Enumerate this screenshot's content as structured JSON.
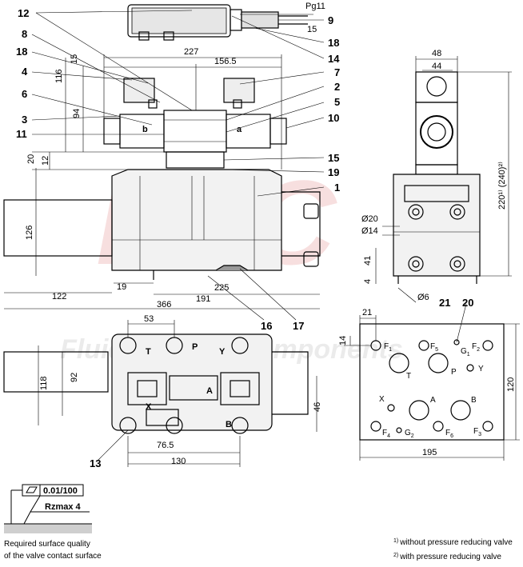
{
  "watermark": {
    "brand": "FSC",
    "sub": "Fluid System Components"
  },
  "top_view": {
    "connector": "Pg11",
    "dim_15": "15"
  },
  "front_view": {
    "solenoid_b": "b",
    "solenoid_a": "a",
    "dims": {
      "d227": "227",
      "d156_5": "156.5",
      "d15": "15",
      "d116": "116",
      "d94": "94",
      "d20": "20",
      "d12": "12",
      "d126": "126",
      "d19": "19",
      "d225": "225",
      "d122": "122",
      "d191": "191",
      "d366": "366"
    }
  },
  "side_view": {
    "dims": {
      "d48": "48",
      "d44": "44",
      "d220": "220¹⁾ (240)²⁾",
      "d_phi20": "Ø20",
      "d_phi14": "Ø14",
      "d41": "41",
      "d4": "4",
      "d_phi6": "Ø6"
    }
  },
  "bottom_view": {
    "ports": {
      "T": "T",
      "P": "P",
      "Y": "Y",
      "A": "A",
      "B": "B",
      "X": "X"
    },
    "dims": {
      "d53": "53",
      "d118": "118",
      "d92": "92",
      "d46": "46",
      "d76_5": "76.5",
      "d130": "130"
    }
  },
  "port_plate": {
    "ports": {
      "F1": "F",
      "F1s": "1",
      "F5": "F",
      "F5s": "5",
      "G1": "G",
      "G1s": "1",
      "F2": "F",
      "F2s": "2",
      "T": "T",
      "P": "P",
      "Y": "Y",
      "X": "X",
      "A": "A",
      "B": "B",
      "F4": "F",
      "F4s": "4",
      "G2": "G",
      "G2s": "2",
      "F6": "F",
      "F6s": "6",
      "F3": "F",
      "F3s": "3"
    },
    "dims": {
      "d21": "21",
      "d14": "14",
      "d120": "120",
      "d195": "195"
    }
  },
  "callouts": {
    "c12": "12",
    "c8": "8",
    "c18a": "18",
    "c4": "4",
    "c6": "6",
    "c3": "3",
    "c11": "11",
    "c9": "9",
    "c18b": "18",
    "c14": "14",
    "c7": "7",
    "c2": "2",
    "c5": "5",
    "c10": "10",
    "c15": "15",
    "c19": "19",
    "c1": "1",
    "c16": "16",
    "c17": "17",
    "c21": "21",
    "c20": "20",
    "c13": "13"
  },
  "surface": {
    "flatness": "0.01/100",
    "roughness": "Rzmax  4",
    "caption_line1": "Required surface quality",
    "caption_line2": "of the valve contact surface"
  },
  "footnotes": {
    "f1_mark": "1)",
    "f1_text": "without pressure reducing valve",
    "f2_mark": "2)",
    "f2_text": "with pressure reducing valve"
  }
}
